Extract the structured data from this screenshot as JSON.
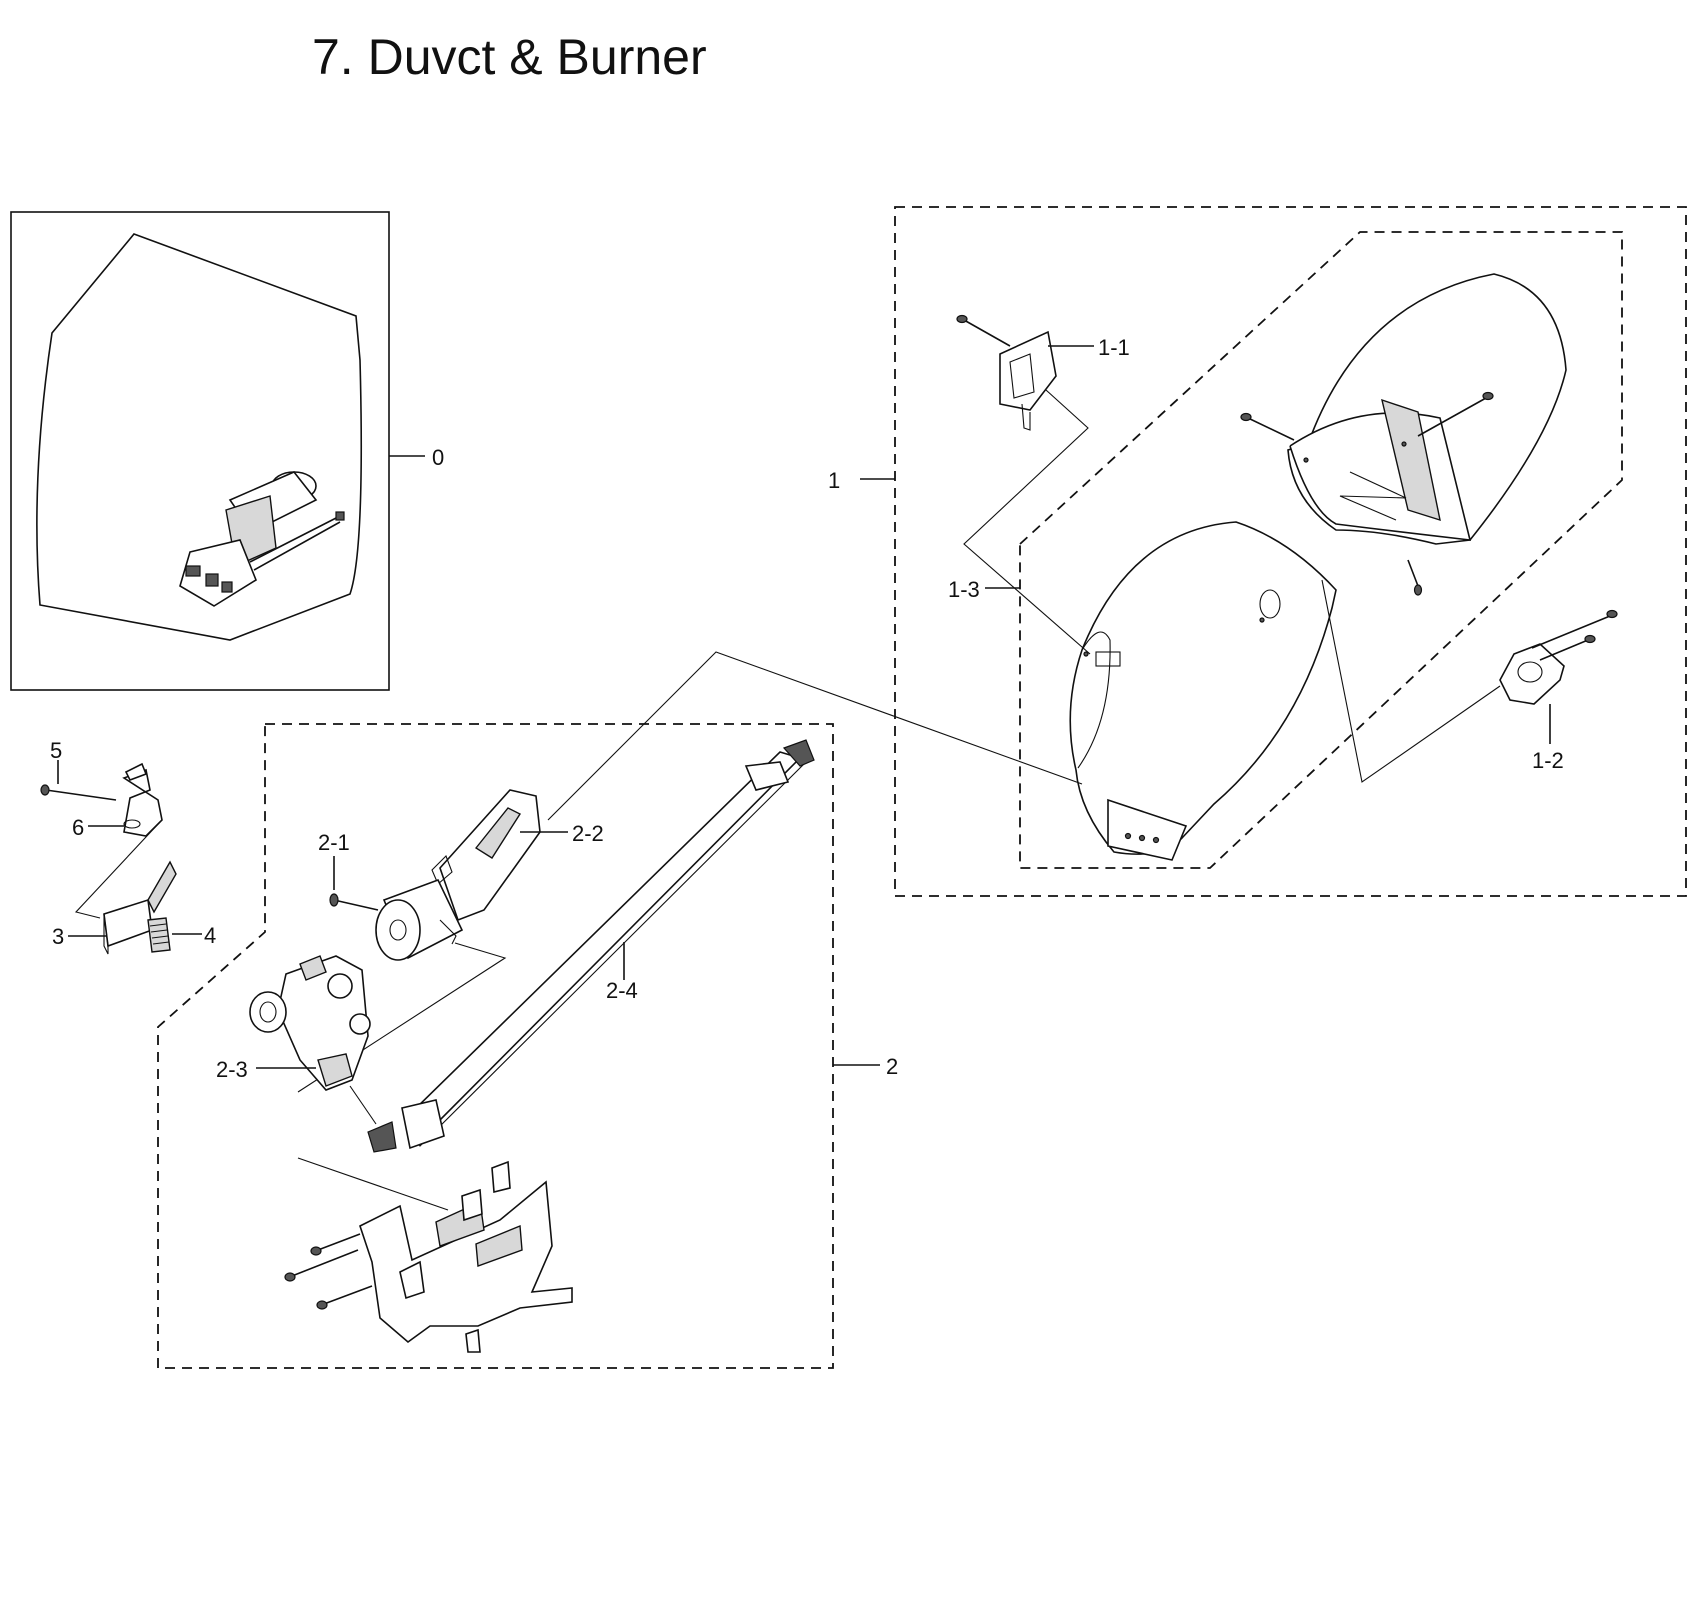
{
  "title": "7. Duvct & Burner",
  "callouts": {
    "c0": "0",
    "c1": "1",
    "c1_1": "1-1",
    "c1_2": "1-2",
    "c1_3": "1-3",
    "c2": "2",
    "c2_1": "2-1",
    "c2_2": "2-2",
    "c2_3": "2-3",
    "c2_4": "2-4",
    "c3": "3",
    "c4": "4",
    "c5": "5",
    "c6": "6"
  }
}
